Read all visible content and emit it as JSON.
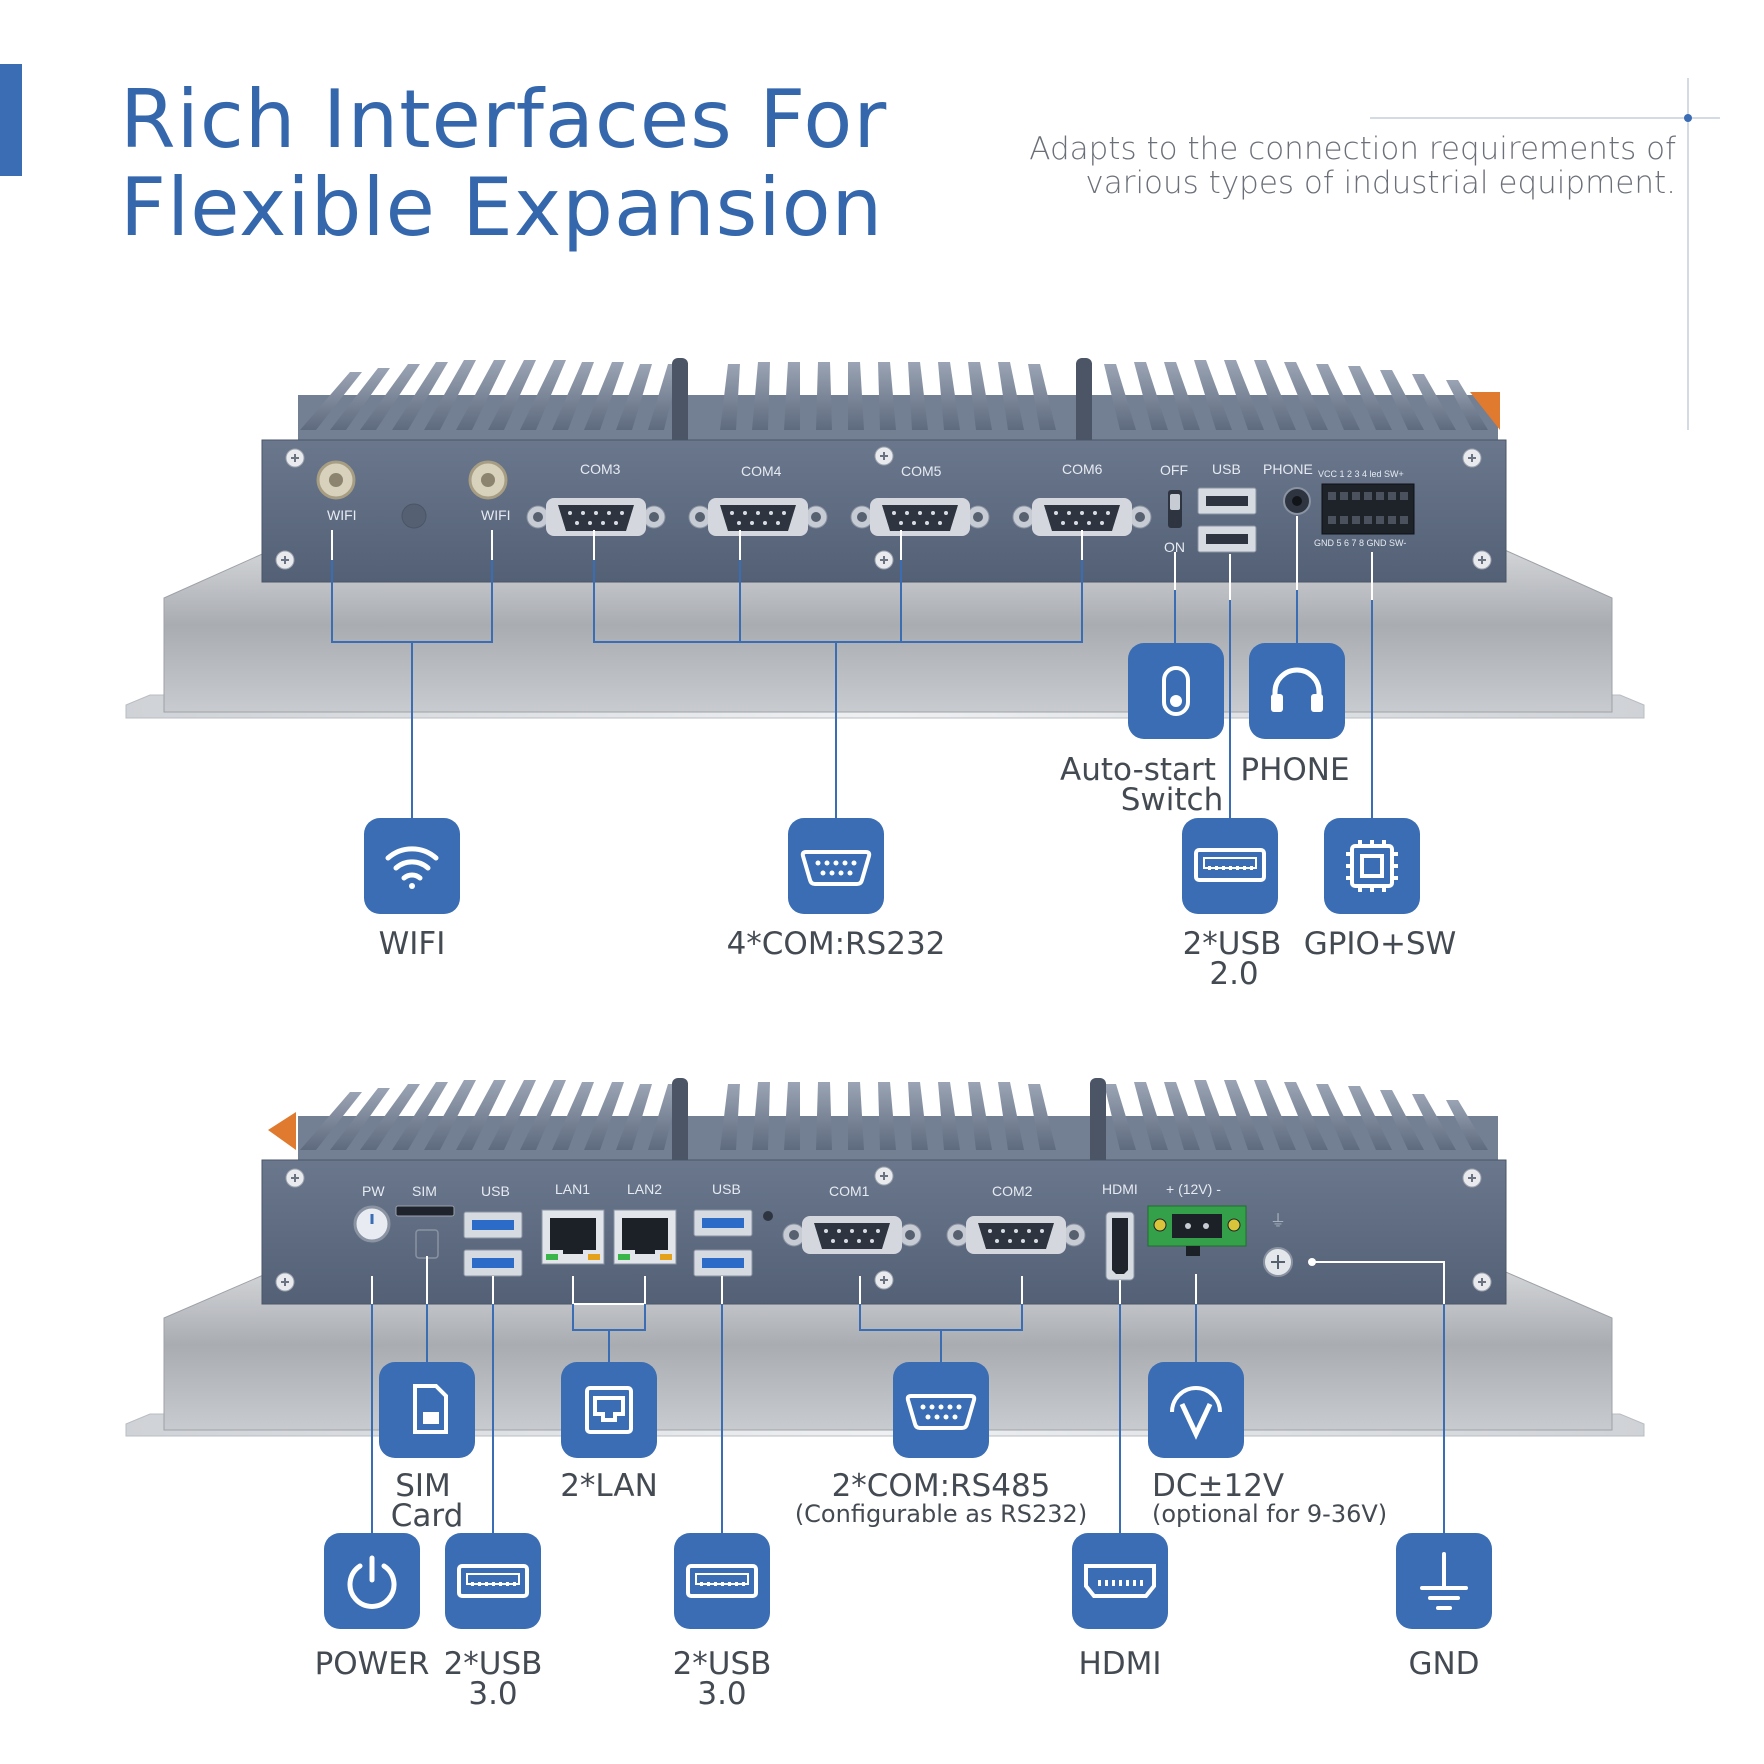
{
  "heading": {
    "title_line1": "Rich Interfaces For",
    "title_line2": "Flexible Expansion",
    "subtitle_line1": "Adapts to the connection requirements of",
    "subtitle_line2": "various types of industrial equipment."
  },
  "colors": {
    "accent": "#3a6db3",
    "chassis": "#5d6a80",
    "panel": "#b4b7bc",
    "label": "#444a52"
  },
  "top_panel": {
    "port_labels": {
      "wifi_a": "WIFI",
      "wifi_b": "WIFI",
      "com3": "COM3",
      "com4": "COM4",
      "com5": "COM5",
      "com6": "COM6",
      "off": "OFF",
      "on": "ON",
      "usb": "USB",
      "phone": "PHONE",
      "gpio_top": "VCC 1  2  3  4  led  SW+",
      "gpio_bottom": "GND  5  6  7  8  GND  SW-"
    },
    "callouts": {
      "wifi": {
        "label": "WIFI",
        "icon": "wifi-icon"
      },
      "com": {
        "label": "4*COM:RS232",
        "icon": "serial-port-icon"
      },
      "switch": {
        "label_line1": "Auto-start",
        "label_line2": "Switch",
        "icon": "toggle-switch-icon"
      },
      "phone": {
        "label": "PHONE",
        "icon": "headphones-icon"
      },
      "usb": {
        "label_line1": "2*USB",
        "label_line2": "2.0",
        "icon": "usb-port-icon"
      },
      "gpio": {
        "label": "GPIO+SW",
        "icon": "chip-icon"
      }
    }
  },
  "bottom_panel": {
    "port_labels": {
      "pw": "PW",
      "sim": "SIM",
      "usb_a": "USB",
      "lan1": "LAN1",
      "lan2": "LAN2",
      "usb_b": "USB",
      "com1": "COM1",
      "com2": "COM2",
      "hdmi": "HDMI",
      "power_in": "+  (12V)  -"
    },
    "callouts": {
      "sim": {
        "label_line1": "SIM",
        "label_line2": "Card",
        "icon": "sim-card-icon"
      },
      "lan": {
        "label": "2*LAN",
        "icon": "ethernet-icon"
      },
      "com": {
        "label": "2*COM:RS485",
        "sublabel": "(Configurable as RS232)",
        "icon": "serial-port-icon"
      },
      "dc": {
        "label": "DC±12V",
        "sublabel": "(optional for 9-36V)",
        "icon": "voltage-icon"
      },
      "power": {
        "label": "POWER",
        "icon": "power-icon"
      },
      "usb_a": {
        "label_line1": "2*USB",
        "label_line2": "3.0",
        "icon": "usb-port-icon"
      },
      "usb_b": {
        "label_line1": "2*USB",
        "label_line2": "3.0",
        "icon": "usb-port-icon"
      },
      "hdmi": {
        "label": "HDMI",
        "icon": "hdmi-icon"
      },
      "gnd": {
        "label": "GND",
        "icon": "ground-icon"
      }
    }
  }
}
